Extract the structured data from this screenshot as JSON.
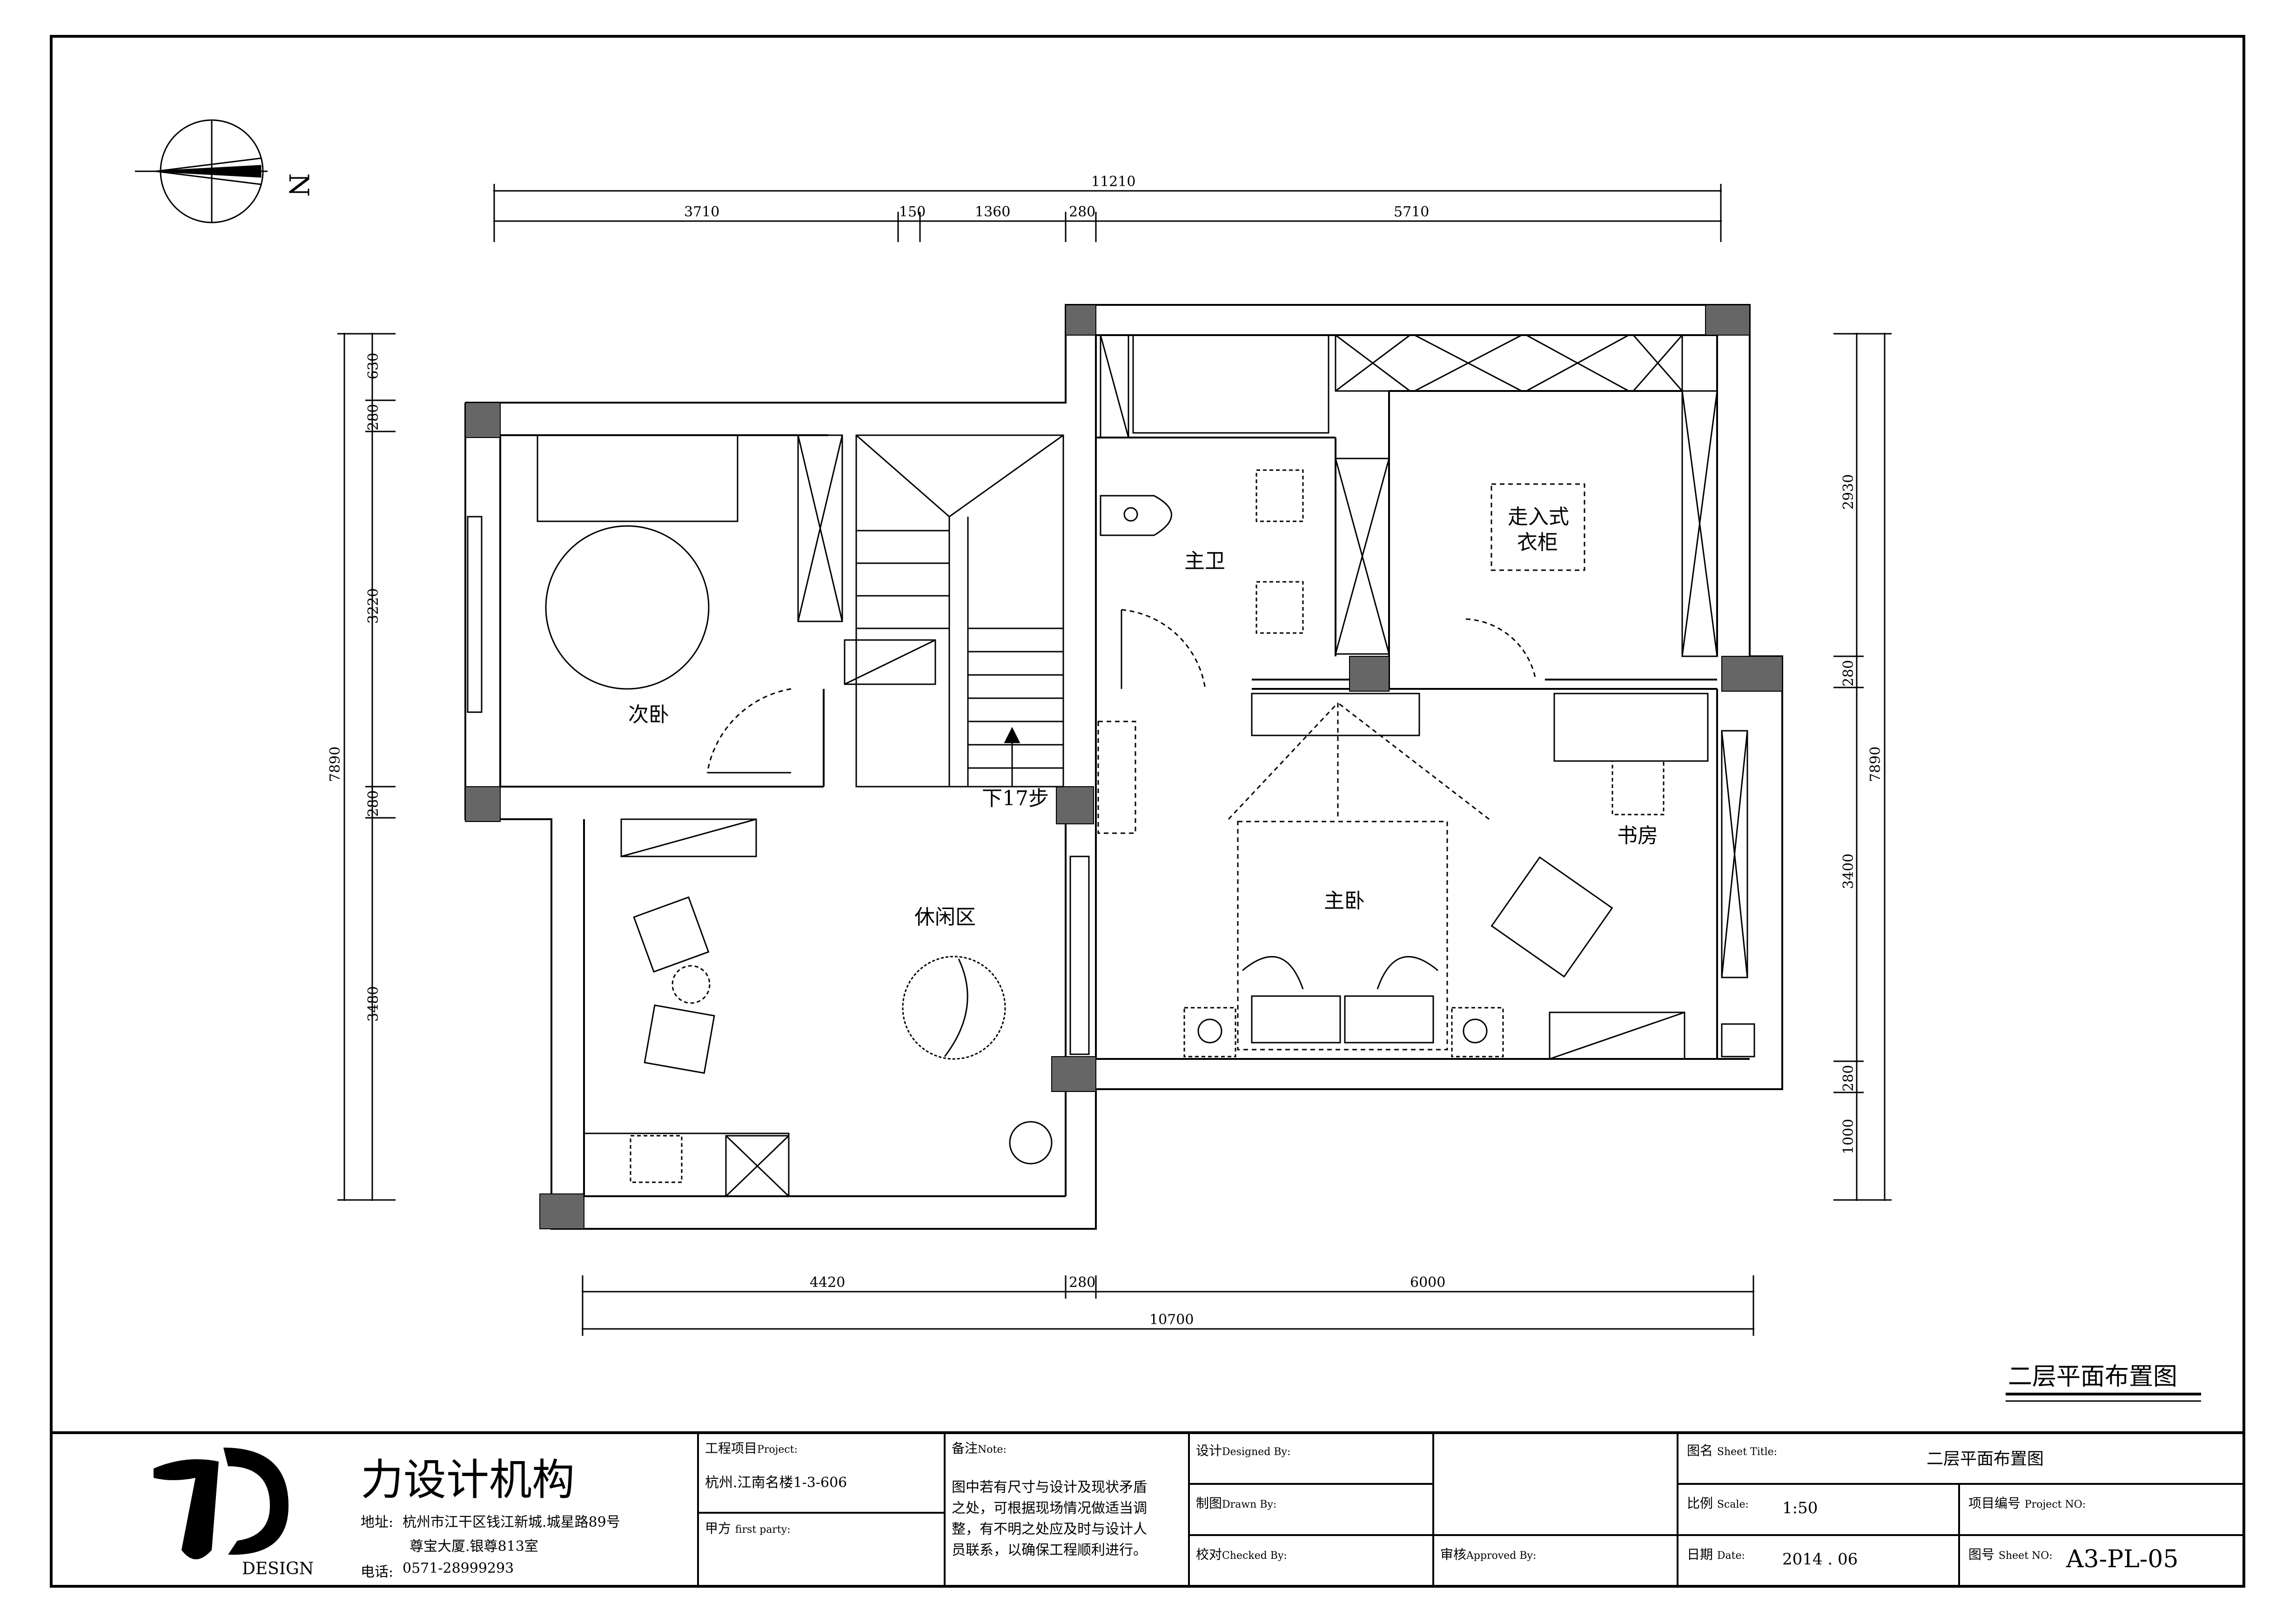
{
  "compass": {
    "north_label": "N",
    "icon": "north-arrow-icon"
  },
  "dimensions": {
    "top_total": "11210",
    "top_segments": [
      "3710",
      "150",
      "1360",
      "280",
      "5710"
    ],
    "bottom_segments": [
      "4420",
      "280",
      "6000"
    ],
    "bottom_total": "10700",
    "left_total": "7890",
    "left_segments": [
      "630",
      "280",
      "3220",
      "280",
      "3480"
    ],
    "right_total": "7890",
    "right_segments": [
      "2930",
      "280",
      "3400",
      "280",
      "1000"
    ]
  },
  "rooms": {
    "secondary_bedroom": "次卧",
    "master_bath": "主卫",
    "walk_in_closet_line1": "走入式",
    "walk_in_closet_line2": "衣柜",
    "stairs": "下17步",
    "lounge": "休闲区",
    "master_bedroom": "主卧",
    "study": "书房"
  },
  "drawing_title": "二层平面布置图",
  "title_block": {
    "company_name": "力设计机构",
    "logo_caption": "DESIGN",
    "address_label": "地址:",
    "address_line1": "杭州市江干区钱江新城.城星路89号",
    "address_line2": "尊宝大厦.银尊813室",
    "phone_label": "电话:",
    "phone": "0571-28999293",
    "project_label": "工程项目",
    "project_label_en": "Project:",
    "project_value": "杭州.江南名楼1-3-606",
    "party_label": "甲方",
    "party_label_en": "first party:",
    "note_label": "备注",
    "note_label_en": "Note:",
    "note_text": [
      "图中若有尺寸与设计及现状矛盾",
      "之处，可根据现场情况做适当调",
      "整，有不明之处应及时与设计人",
      "员联系，以确保工程顺利进行。"
    ],
    "designed_label": "设计",
    "designed_label_en": "Designed By:",
    "drawn_label": "制图",
    "drawn_label_en": "Drawn By:",
    "checked_label": "校对",
    "checked_label_en": "Checked By:",
    "approved_label": "审核",
    "approved_label_en": "Approved By:",
    "sheet_title_label": "图名",
    "sheet_title_label_en": "Sheet Title:",
    "sheet_title_value": "二层平面布置图",
    "scale_label": "比例",
    "scale_label_en": "Scale:",
    "scale_value": "1:50",
    "project_no_label": "项目编号",
    "project_no_label_en": "Project NO:",
    "date_label": "日期",
    "date_label_en": "Date:",
    "date_value": "2014 . 06",
    "sheet_no_label": "图号",
    "sheet_no_label_en": "Sheet NO:",
    "sheet_no_value": "A3-PL-05"
  }
}
